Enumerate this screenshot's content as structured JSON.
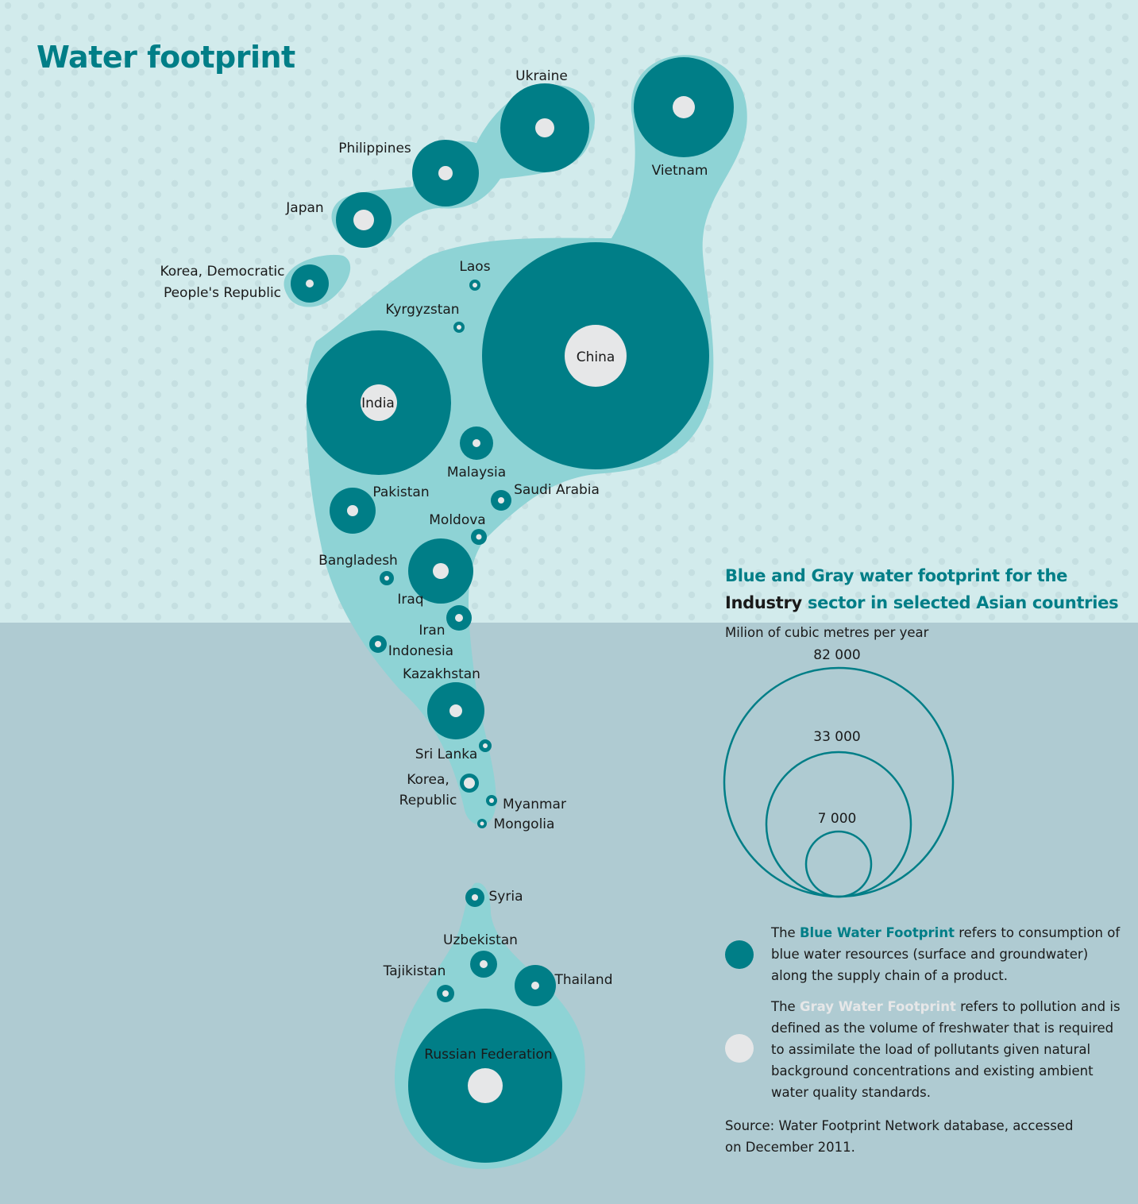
{
  "title": "Water footprint",
  "colors": {
    "background_top": "#d2ebec",
    "background_bottom": "#afcbd2",
    "blob": "#8ed3d5",
    "blue_water": "#007e87",
    "gray_water": "#e6e7e8",
    "title": "#007e87",
    "legend_circle": "#007e87"
  },
  "legend": {
    "title_line1": "Blue and Gray water footprint for the",
    "title_line2_bold": "Industry",
    "title_line2_rest": " sector in selected Asian countries",
    "unit": "Milion of cubic metres per year",
    "scale_labels": [
      "82 000",
      "33 000",
      "7 000"
    ],
    "blue_note": {
      "prefix": "The ",
      "term": "Blue Water Footprint",
      "rest": " refers to consumption of blue water resources (surface and groundwater) along the supply chain of a product."
    },
    "gray_note": {
      "prefix": "The ",
      "term": "Gray Water Footprint",
      "rest": " refers to pollution and is defined as the volume of freshwater that is required to assimilate the load of pollutants given natural background concentrations and existing ambient water quality standards."
    }
  },
  "source": {
    "line1": "Source: Water Footprint Network database, accessed",
    "line2": "on December 2011."
  },
  "countries": [
    {
      "name": "China"
    },
    {
      "name": "India"
    },
    {
      "name": "Russian Federation"
    },
    {
      "name": "Vietnam"
    },
    {
      "name": "Ukraine"
    },
    {
      "name": "Kazakhstan"
    },
    {
      "name": "Philippines"
    },
    {
      "name": "Iraq"
    },
    {
      "name": "Japan"
    },
    {
      "name": "Pakistan"
    },
    {
      "name": "Thailand"
    },
    {
      "name": "Korea, Democratic People's Republic"
    },
    {
      "name": "Malaysia"
    },
    {
      "name": "Uzbekistan"
    },
    {
      "name": "Iran"
    },
    {
      "name": "Saudi Arabia"
    },
    {
      "name": "Syria"
    },
    {
      "name": "Moldova"
    },
    {
      "name": "Korea, Republic"
    },
    {
      "name": "Tajikistan"
    },
    {
      "name": "Indonesia"
    },
    {
      "name": "Bangladesh"
    },
    {
      "name": "Sri Lanka"
    },
    {
      "name": "Laos"
    },
    {
      "name": "Kyrgyzstan"
    },
    {
      "name": "Myanmar"
    },
    {
      "name": "Mongolia"
    }
  ]
}
